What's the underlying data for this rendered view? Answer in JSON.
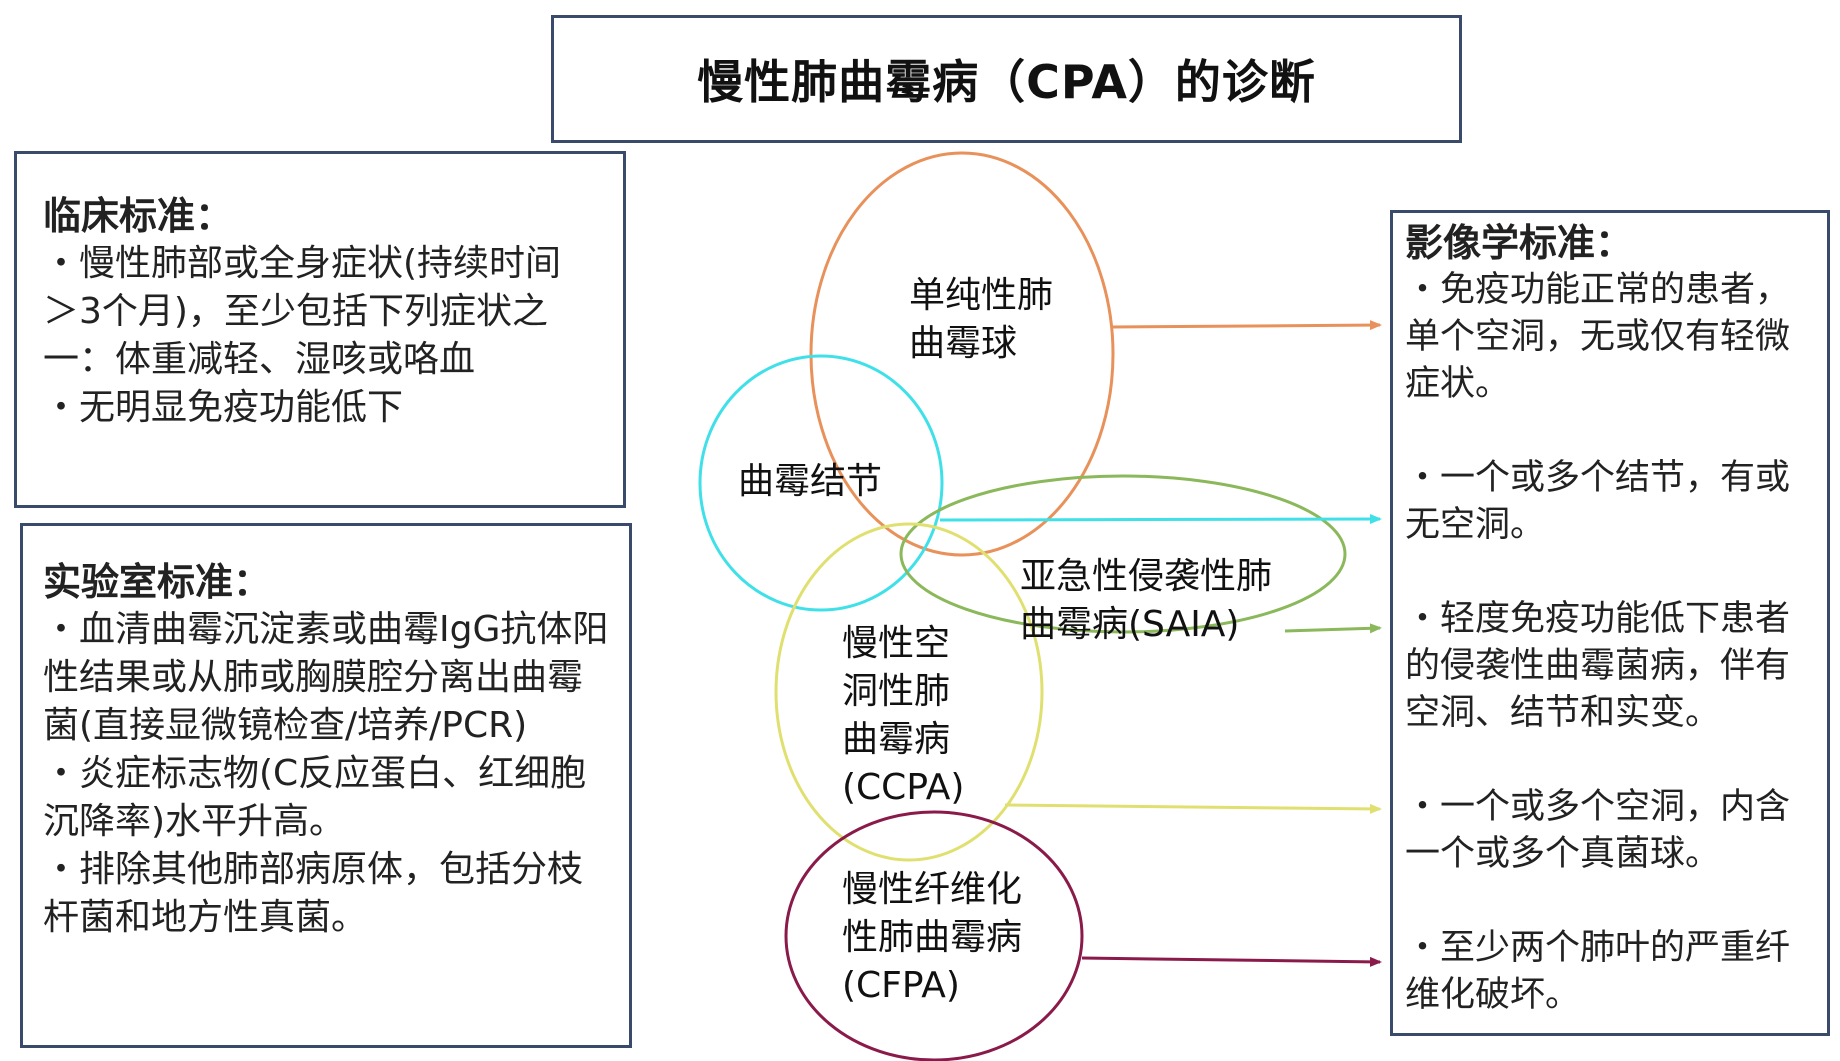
{
  "title": "慢性肺曲霉病（CPA）的诊断",
  "clinical": {
    "heading": "临床标准：",
    "items": [
      "・慢性肺部或全身症状(持续时间＞3个月)，至少包括下列症状之一：体重减轻、湿咳或咯血",
      "・无明显免疫功能低下"
    ]
  },
  "lab": {
    "heading": "实验室标准：",
    "items": [
      "・血清曲霉沉淀素或曲霉IgG抗体阳性结果或从肺或胸膜腔分离出曲霉菌(直接显微镜检查/培养/PCR)",
      "・炎症标志物(C反应蛋白、红细胞沉降率)水平升高。",
      "・排除其他肺部病原体，包括分枝杆菌和地方性真菌。"
    ]
  },
  "imaging": {
    "heading": "影像学标准：",
    "items": [
      "・免疫功能正常的患者，单个空洞，无或仅有轻微症状。",
      "・一个或多个结节，有或无空洞。",
      "・轻度免疫功能低下患者的侵袭性曲霉菌病，伴有空洞、结节和实变。",
      "・一个或多个空洞，内含一个或多个真菌球。",
      "・至少两个肺叶的严重纤维化破坏。"
    ]
  },
  "diagram": {
    "simple_aspergilloma": [
      "单纯性肺",
      "曲霉球"
    ],
    "aspergillus_nodule": [
      "曲霉结节"
    ],
    "saia": [
      "亚急性侵袭性肺",
      "曲霉病(SAIA)"
    ],
    "ccpa": [
      "慢性空",
      "洞性肺",
      "曲霉病",
      "(CCPA)"
    ],
    "cfpa": [
      "慢性纤维化",
      "性肺曲霉病",
      "(CFPA)"
    ]
  },
  "colors": {
    "border": "#3a4a6a",
    "simple_aspergilloma": "#e8915a",
    "aspergillus_nodule": "#3fe0e8",
    "saia": "#8ab85a",
    "ccpa": "#e0e070",
    "cfpa": "#8a1a4a"
  }
}
